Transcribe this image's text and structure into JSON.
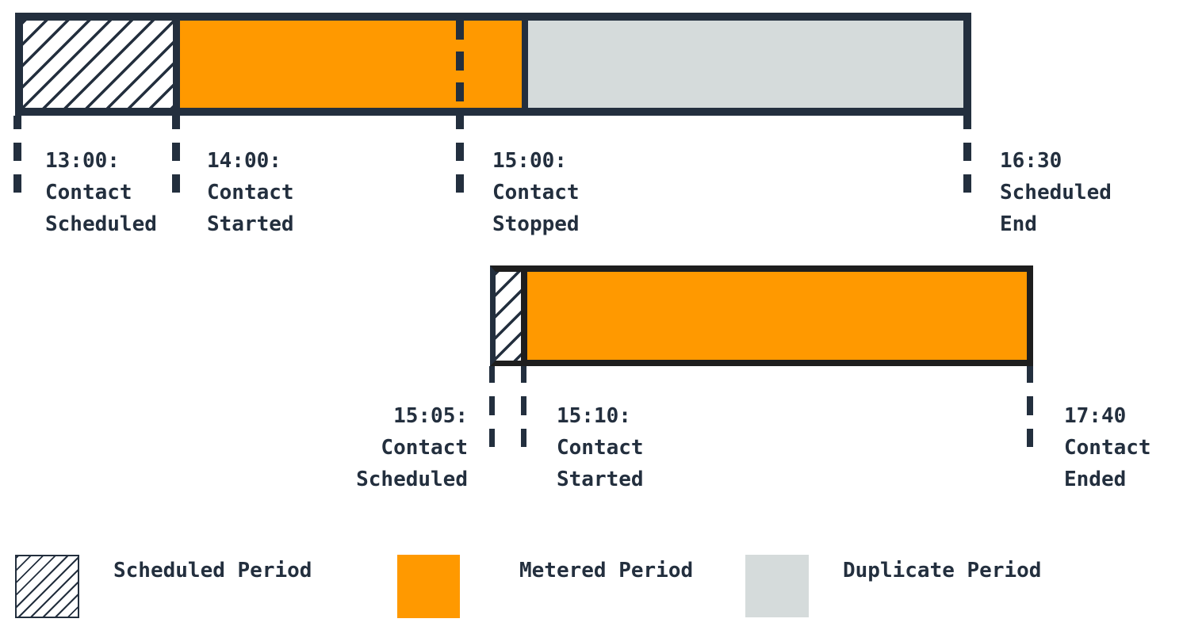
{
  "colors": {
    "ink": "#232f3e",
    "bar2_border": "#1e1e1e",
    "metered_orange": "#ff9900",
    "duplicate_gray": "#d5dbdb",
    "background": "#ffffff"
  },
  "timeline1": {
    "segments": [
      {
        "name": "scheduled",
        "style": "hatched"
      },
      {
        "name": "metered",
        "style": "orange"
      },
      {
        "name": "duplicate",
        "style": "gray"
      }
    ],
    "markers": [
      {
        "label": "13:00:\nContact\nScheduled"
      },
      {
        "label": "14:00:\nContact\nStarted"
      },
      {
        "label": "15:00:\nContact\nStopped"
      },
      {
        "label": "16:30\nScheduled\nEnd"
      }
    ]
  },
  "timeline2": {
    "segments": [
      {
        "name": "scheduled",
        "style": "hatched"
      },
      {
        "name": "metered",
        "style": "orange"
      }
    ],
    "markers": [
      {
        "label": "15:05:\nContact\nScheduled"
      },
      {
        "label": "15:10:\nContact\nStarted"
      },
      {
        "label": "17:40\nContact\nEnded"
      }
    ]
  },
  "legend": {
    "items": [
      {
        "label": "Scheduled Period",
        "swatch": "hatched"
      },
      {
        "label": "Metered Period",
        "swatch": "metered"
      },
      {
        "label": "Duplicate Period",
        "swatch": "duplicate"
      }
    ]
  }
}
